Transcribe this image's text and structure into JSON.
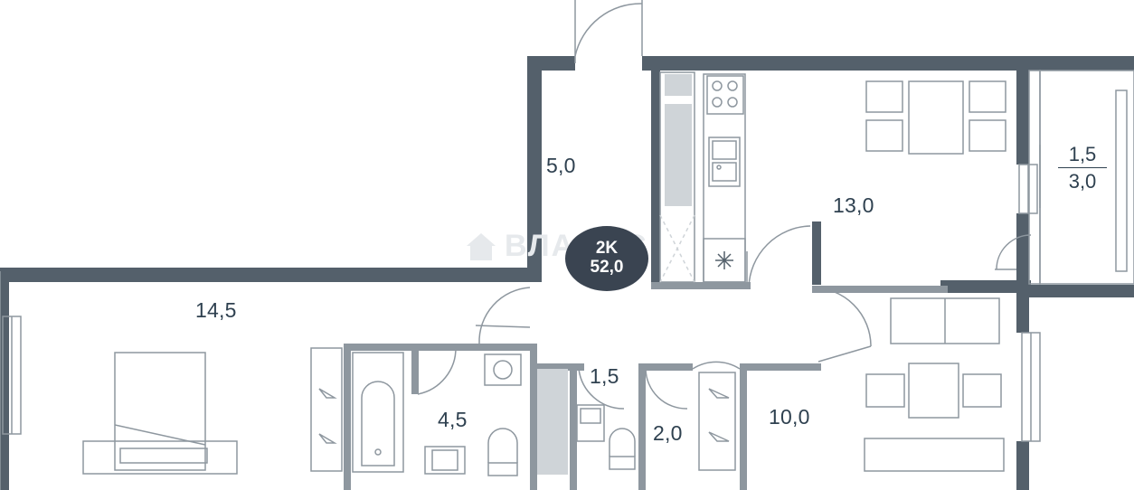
{
  "plan": {
    "type": "2K",
    "total_area": "52,0",
    "watermark": "ВЛАДИС",
    "rooms": [
      {
        "id": "hall",
        "area": "5,0"
      },
      {
        "id": "kitchen",
        "area": "13,0"
      },
      {
        "id": "bedroom",
        "area": "14,5"
      },
      {
        "id": "bathroom",
        "area": "4,5"
      },
      {
        "id": "toilet",
        "area": "1,5"
      },
      {
        "id": "closet",
        "area": "2,0"
      },
      {
        "id": "living",
        "area": "10,0"
      }
    ],
    "balcony": {
      "area": "1,5",
      "full_area": "3,0"
    }
  },
  "colors": {
    "wall": "#54606b",
    "line": "#8e979f",
    "text": "#2f4150",
    "badge": "#3a4451"
  }
}
